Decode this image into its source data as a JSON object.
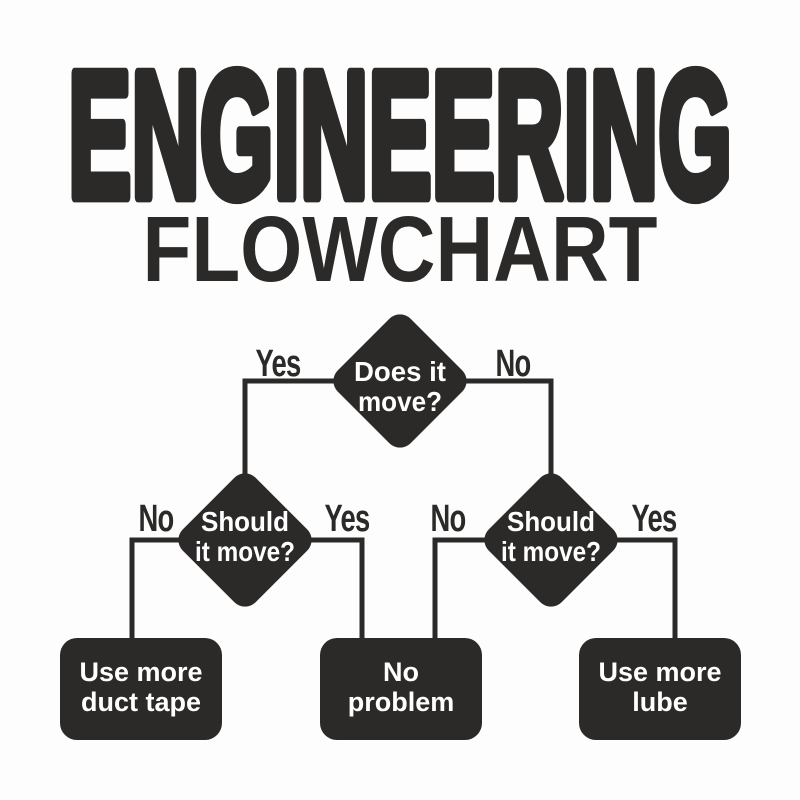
{
  "title": {
    "main": "ENGINEERING",
    "sub": "FLOWCHART"
  },
  "colors": {
    "ink": "#2b2a29",
    "paper": "#fdfdfd",
    "shape_text": "#ffffff"
  },
  "flowchart": {
    "root_decision": {
      "line1": "Does it",
      "line2": "move?"
    },
    "left_decision": {
      "line1": "Should",
      "line2": "it move?"
    },
    "right_decision": {
      "line1": "Should",
      "line2": "it move?"
    },
    "outcome_duct_tape": {
      "line1": "Use more",
      "line2": "duct tape"
    },
    "outcome_no_problem": {
      "line1": "No",
      "line2": "problem"
    },
    "outcome_lube": {
      "line1": "Use more",
      "line2": "lube"
    },
    "labels": {
      "root_yes": "Yes",
      "root_no": "No",
      "left_no": "No",
      "left_yes": "Yes",
      "right_no": "No",
      "right_yes": "Yes"
    }
  }
}
